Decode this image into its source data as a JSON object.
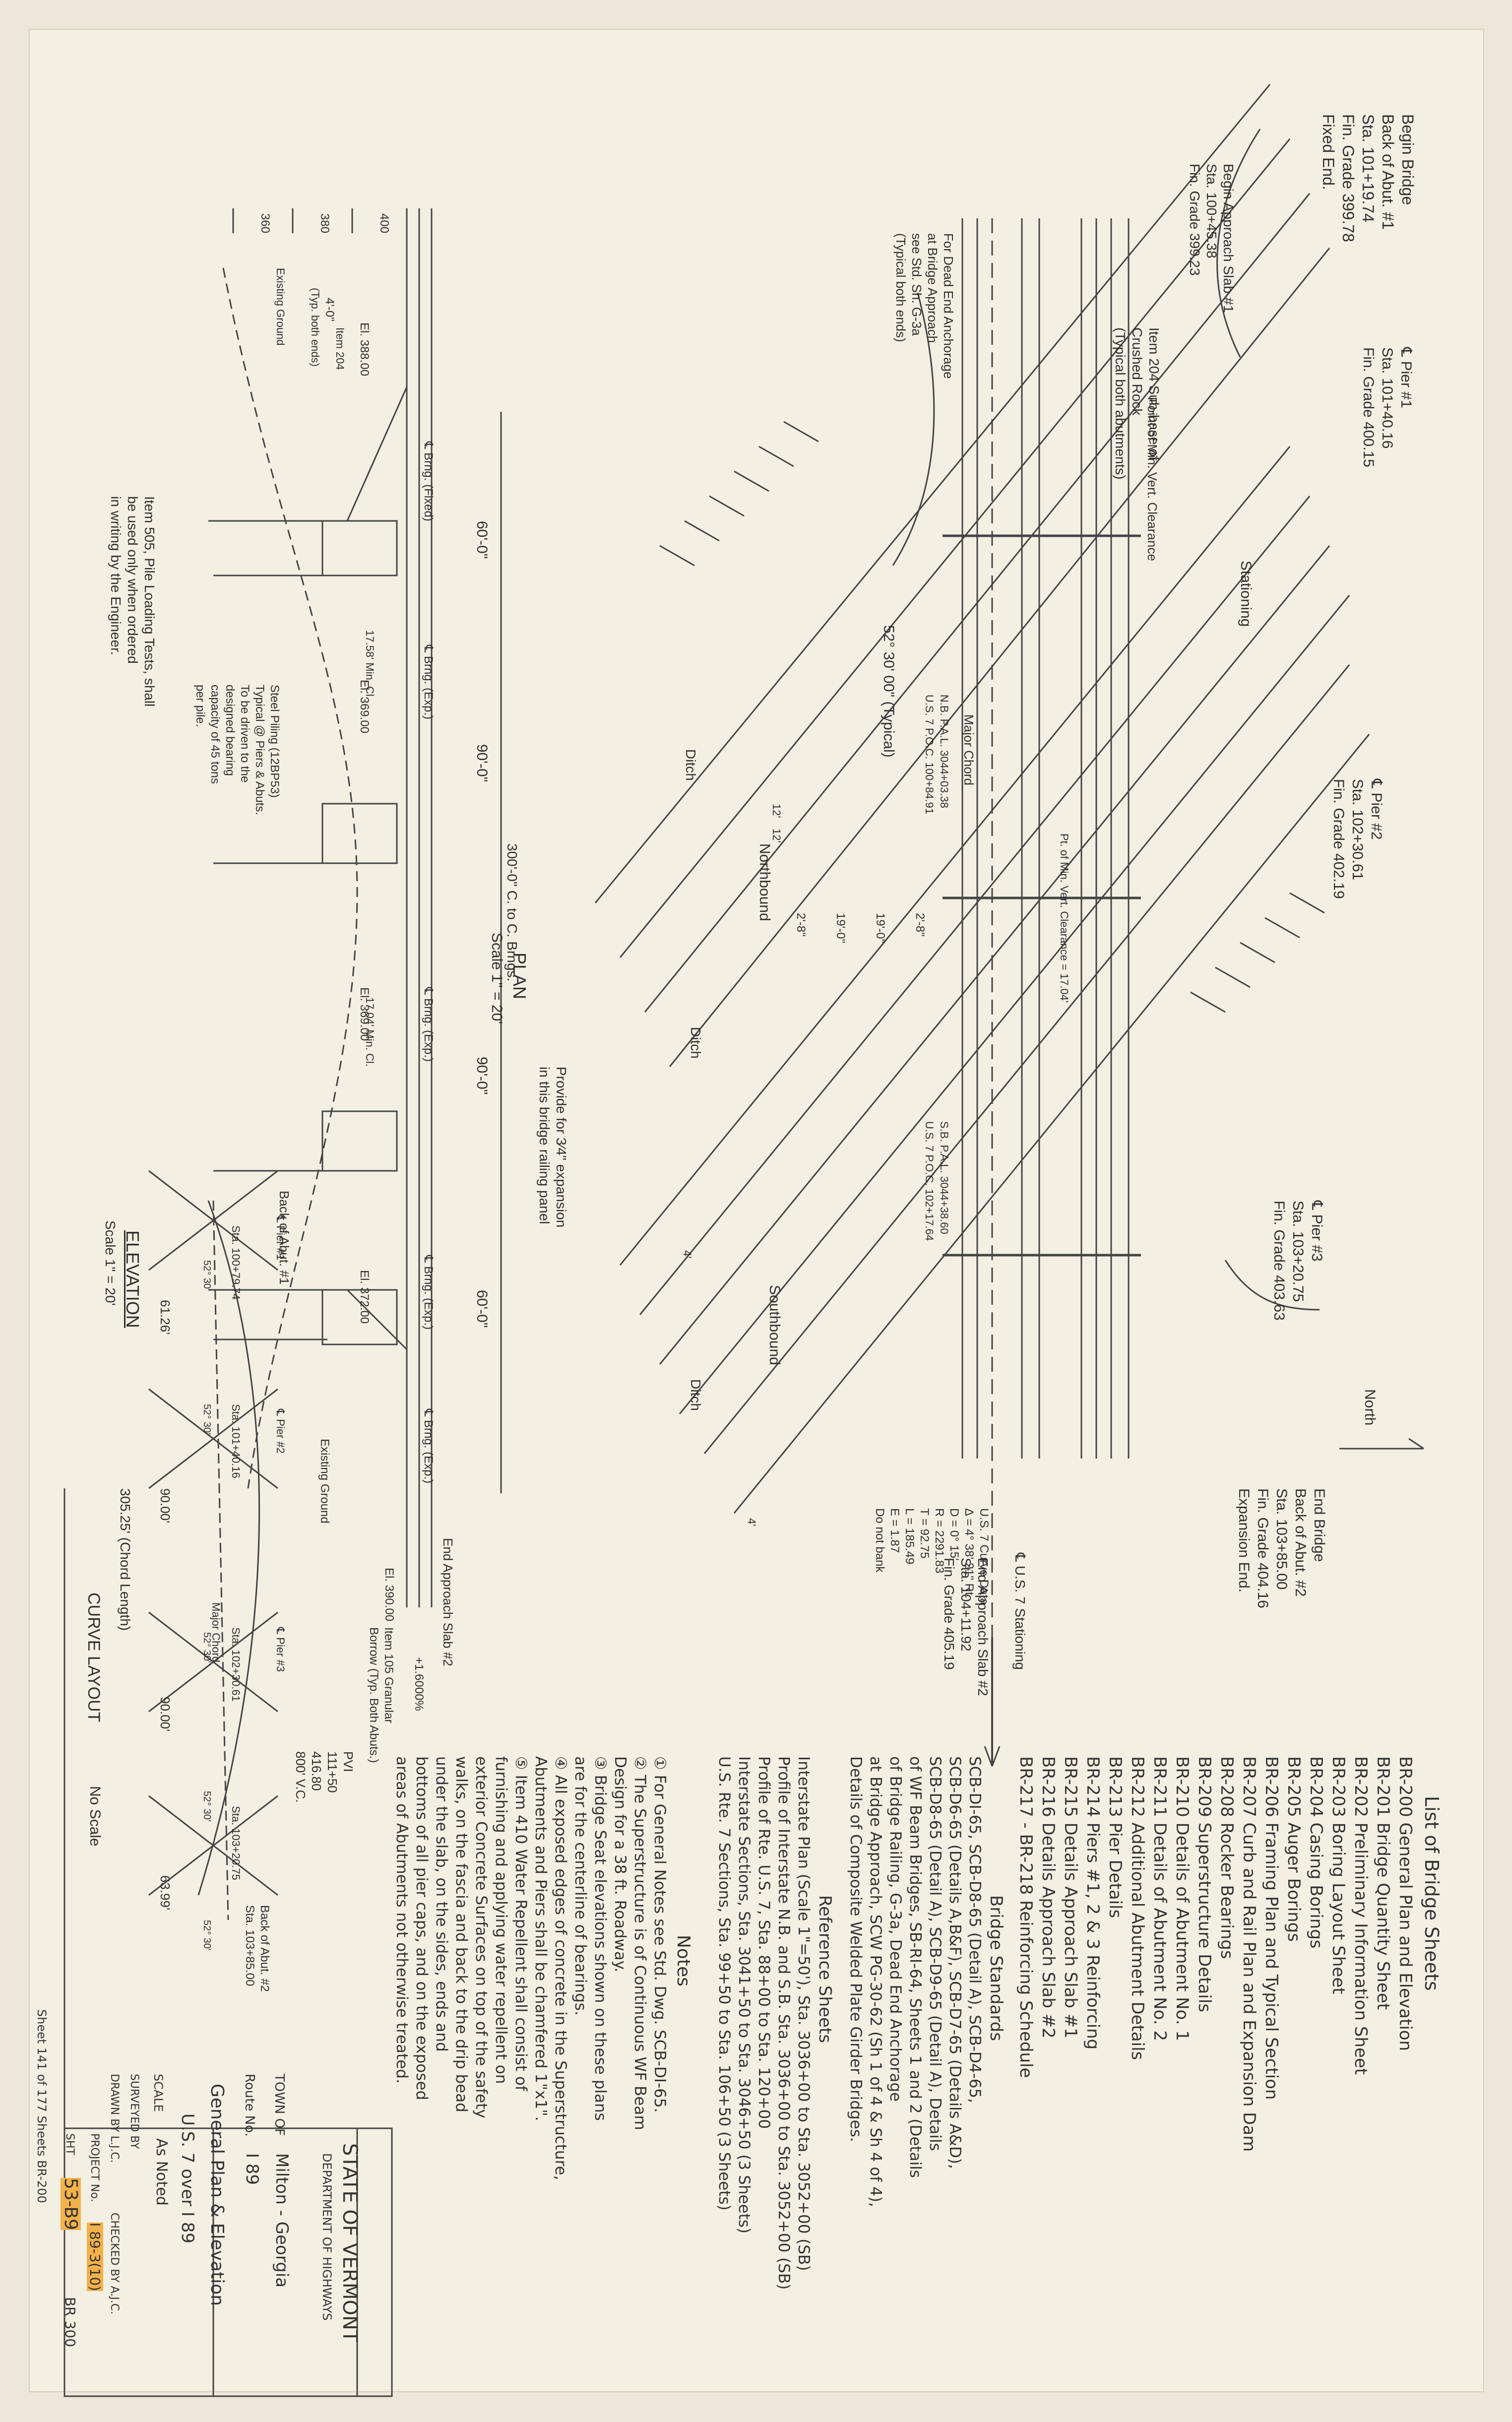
{
  "bridge_sheets": {
    "title": "List of Bridge Sheets",
    "items": [
      "BR-200 General Plan and Elevation",
      "BR-201 Bridge Quantity Sheet",
      "BR-202 Preliminary Information Sheet",
      "BR-203 Boring Layout Sheet",
      "BR-204 Casing Borings",
      "BR-205 Auger Borings",
      "BR-206 Framing Plan and Typical Section",
      "BR-207 Curb and Rail Plan and Expansion Dam",
      "BR-208 Rocker Bearings",
      "BR-209 Superstructure Details",
      "BR-210 Details of Abutment No. 1",
      "BR-211 Details of Abutment No. 2",
      "BR-212 Additional Abutment Details",
      "BR-213 Pier Details",
      "BR-214 Piers #1, 2 & 3 Reinforcing",
      "BR-215 Details Approach Slab #1",
      "BR-216 Details Approach Slab #2",
      "BR-217 - BR-218 Reinforcing Schedule"
    ]
  },
  "bridge_standards": {
    "title": "Bridge Standards",
    "lines": [
      "SCB-DI-65, SCB-D8-65 (Detail A), SCB-D4-65,",
      "SCB-D6-65 (Details A,B&F), SCB-D7-65 (Details A&D),",
      "SCB-D8-65 (Detail A), SCB-D9-65 (Detail A), Details",
      "of WF Beam Bridges, SB-RI-64, Sheets 1 and 2 (Details",
      "of Bridge Railing, G-3a, Dead End Anchorage",
      "at Bridge Approach, SCW PG-30-62 (Sh 1 of 4 & Sh 4 of 4),",
      "Details of Composite Welded Plate Girder Bridges."
    ]
  },
  "reference_sheets": {
    "title": "Reference Sheets",
    "lines": [
      "Interstate Plan (Scale 1\"=50'), Sta. 3036+00 to Sta. 3052+00 (SB)",
      "Profile of Interstate N.B. and S.B. Sta. 3036+00 to Sta. 3052+00 (SB)",
      "Profile of Rte. U.S. 7, Sta. 88+00 to Sta. 120+00",
      "Interstate Sections, Sta. 3041+50 to Sta. 3046+50 (3 Sheets)",
      "U.S. Rte. 7 Sections, Sta. 99+50 to Sta. 106+50 (3 Sheets)"
    ]
  },
  "notes": {
    "title": "Notes",
    "lines": [
      "① For General Notes see Std. Dwg. SCB-DI-65.",
      "② The Superstructure is of Continuous WF Beam",
      "    Design for a 38 ft. Roadway.",
      "③ Bridge Seat elevations shown on these plans",
      "    are for the centerline of bearings.",
      "④ All exposed edges of concrete in the Superstructure,",
      "    Abutments and Piers shall be chamfered 1\"x1\".",
      "⑤ Item 410 Water Repellent shall consist of",
      "    furnishing and applying water repellent on",
      "    exterior Concrete Surfaces on top of the safety",
      "    walks, on the fascia and back to the drip bead",
      "    under the slab, on the sides, ends and",
      "    bottoms of all pier caps, and on the exposed",
      "    areas of Abutments not otherwise treated."
    ]
  },
  "title_block": {
    "state": "STATE OF VERMONT",
    "department": "DEPARTMENT OF HIGHWAYS",
    "town_label": "TOWN OF",
    "town": "Milton - Georgia",
    "route_label": "Route No.",
    "route": "I 89",
    "sheet_title": "General Plan & Elevation",
    "sheet_subtitle": "U.S. 7 over I 89",
    "scale_label": "SCALE",
    "scale": "As Noted",
    "surveyed": "SURVEYED BY",
    "drawn": "DRAWN BY L.J.C.",
    "checked": "CHECKED BY A.J.C.",
    "project_label": "PROJECT No.",
    "project": "I 89-3(10)",
    "sheet_label": "SHT",
    "sheet_no": "53-B9",
    "side_note": "Sheet 141 of 177 Sheets BR-200",
    "stamp": "BR 300"
  },
  "plan_labels": {
    "begin_bridge": [
      "Begin Bridge",
      "Back of Abut. #1",
      "Sta. 101+19.74",
      "Fin. Grade 399.78",
      "Fixed End."
    ],
    "pier1": [
      "℄ Pier #1",
      "Sta. 101+40.16",
      "Fin. Grade 400.15"
    ],
    "pier2": [
      "℄ Pier #2",
      "Sta. 102+30.61",
      "Fin. Grade 402.19"
    ],
    "pier3": [
      "℄ Pier #3",
      "Sta. 103+20.75",
      "Fin. Grade 403.63"
    ],
    "end_bridge": [
      "End Bridge",
      "Back of Abut. #2",
      "Sta. 103+85.00",
      "Fin. Grade 404.16",
      "Expansion End."
    ],
    "begin_approach": [
      "Begin Approach Slab #1",
      "Sta. 100+45.38",
      "Fin. Grade 399.23"
    ],
    "end_approach": [
      "End Approach Slab #2",
      "Sta. 104+11.92",
      "Fin. Grade 405.19"
    ],
    "subbase": [
      "Item 204 Sub-base of",
      "Crushed Rock",
      "(Typical both abutments)"
    ],
    "stationing": "Stationing",
    "stationing2": "℄ U.S. 7 Stationing",
    "north": "North",
    "point_min_vert": "Point of Min. Vert. Clearance",
    "pt_min_vert2": "Pt. of Min. Vert. Clearance = 17.04'",
    "skew": "52° 30' 00\" (Typical)",
    "major_chord": "Major Chord",
    "northbound": "Northbound",
    "southbound": "Southbound",
    "ditch": "Ditch",
    "nb_pal": [
      "N.B. P.A.L. 3044+03.38",
      "U.S. 7 P.O.C. 100+84.91"
    ],
    "sb_pal": [
      "S.B. P.A.L. 3044+38.60",
      "U.S. 7 P.O.C. 102+17.64"
    ],
    "dims": [
      "4'-0\"",
      "2'-8\"",
      "19'-0\"",
      "19'-0\"",
      "2'-8\"",
      "12'",
      "12'",
      "4'",
      "4'"
    ],
    "curve_data": [
      "U.S. 7 Curve Data",
      "Δ = 4° 38' 21\" Rt.",
      "D = 0° 15'",
      "R = 2291.83",
      "T = 92.75",
      "L = 185.49",
      "E = 1.87",
      "Do not bank"
    ],
    "plan_title": "PLAN",
    "plan_scale": "Scale 1\" = 20'",
    "expansion_note": [
      "Provide for 3⁄4\" expansion",
      "in this bridge railing panel"
    ],
    "spans": [
      "60'-0\"",
      "90'-0\"",
      "90'-0\"",
      "60'-0\""
    ],
    "span_total": "300'-0\" C. to C. Brngs."
  },
  "elevation_labels": {
    "title": "ELEVATION",
    "scale": "Scale 1\" = 20'",
    "dead_end": [
      "For Dead End Anchorage",
      "at Bridge Approach",
      "see Std. Sh. G-3a",
      "(Typical both ends)"
    ],
    "elevs": [
      "El. 388.00",
      "El. 369.00",
      "El. 369.00",
      "El. 372.00",
      "El. 390.00"
    ],
    "bearings": [
      "℄ Brng. (Fixed)",
      "℄ Brng. (Exp.)",
      "℄ Brng. (Exp.)",
      "℄ Brng. (Exp.)",
      "℄ Brng. (Exp.)"
    ],
    "clearances": [
      "17.58' Min. Cl.",
      "17.04' Min. Cl."
    ],
    "existing_ground": "Existing Ground",
    "steel_piling": [
      "Steel Piling (12BP53)",
      "Typical @ Piers & Abuts.",
      "To be driven to the",
      "designed bearing",
      "capacity of 45 tons",
      "per pile."
    ],
    "item505": [
      "Item 505, Pile Loading Tests, shall",
      "be used only when ordered",
      "in writing by the Engineer."
    ],
    "end_approach_slab2": "End Approach Slab #2",
    "item105": [
      "Item 105 Granular",
      "Borrow (Typ. Both Abuts.)"
    ],
    "grade": "+1.6000%",
    "pvi": [
      "PVI",
      "111+50",
      "416.80",
      "800' V.C."
    ],
    "elev_ticks": [
      "400",
      "380",
      "360"
    ],
    "item204": "Item 204",
    "typ_both_ends": "(Typ. both ends)",
    "existing_ground2": "Existing Ground"
  },
  "curve_layout": {
    "title": "CURVE LAYOUT",
    "scale": "No Scale",
    "back_abut1": "Back of Abut. #1",
    "back_abut2": [
      "Back of Abut. #2",
      "Sta. 103+85.00"
    ],
    "stations": [
      "Sta. 100+79.74",
      "Sta. 101+40.16",
      "Sta. 102+30.61",
      "Sta. 103+20.75"
    ],
    "piers": [
      "℄ Pier #1",
      "℄ Pier #2",
      "℄ Pier #3"
    ],
    "angles": [
      "52° 30'",
      "52° 30'",
      "52° 30'",
      "52° 30'",
      "52° 30'"
    ],
    "lengths": [
      "61.26'",
      "90.00'",
      "90.00'",
      "63.99'"
    ],
    "chord": "305.25' (Chord Length)",
    "major_chord": "Major Chord"
  }
}
